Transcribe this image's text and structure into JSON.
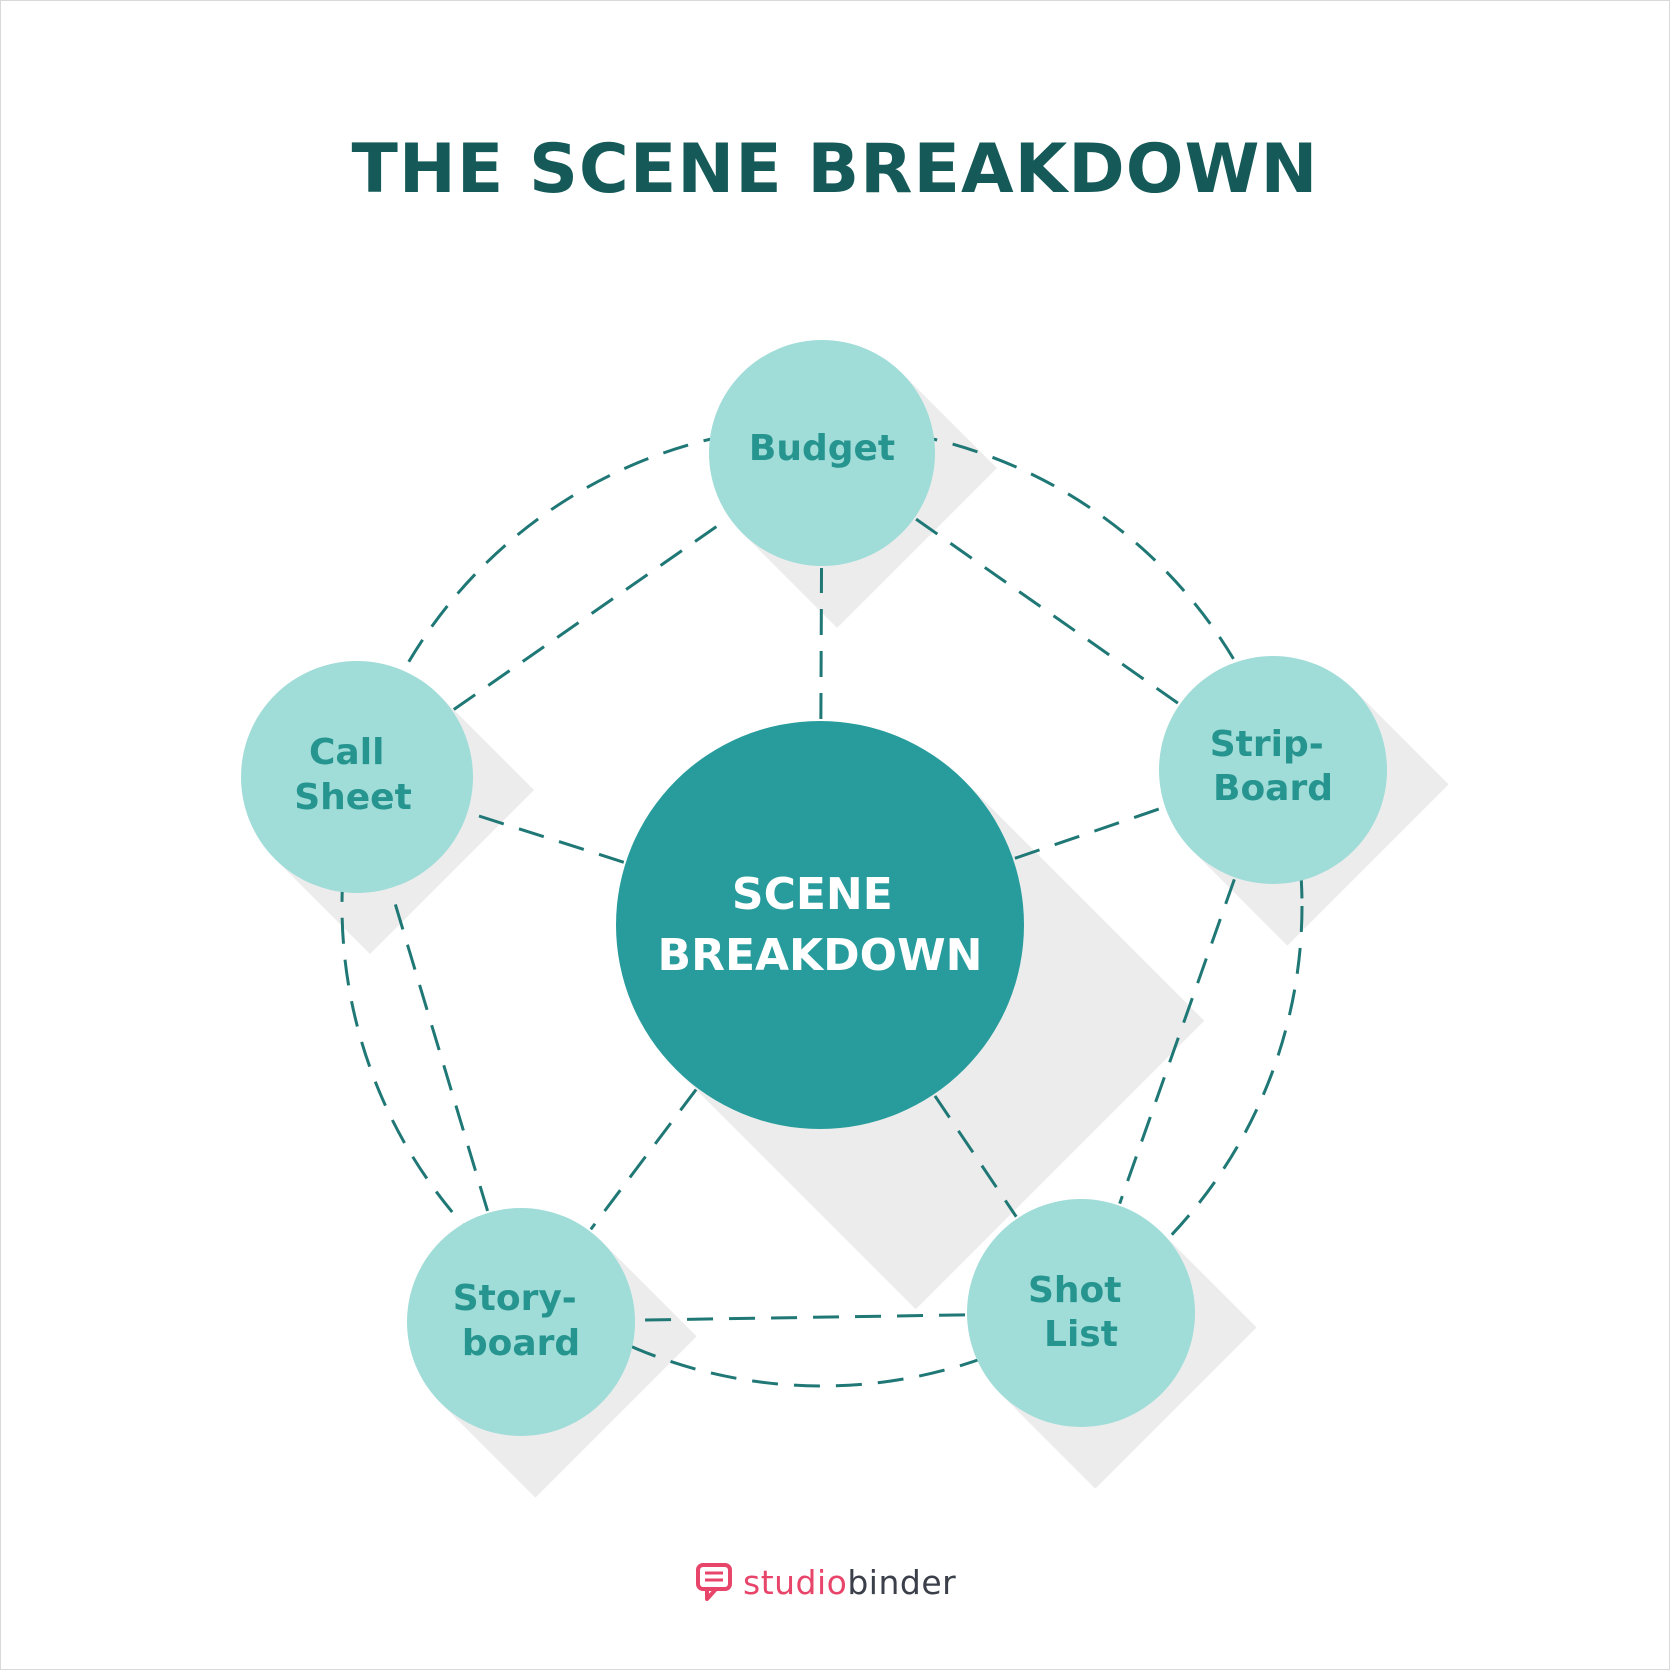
{
  "title": "THE SCENE BREAKDOWN",
  "center": {
    "lines": [
      "SCENE",
      "BREAKDOWN"
    ]
  },
  "nodes": [
    {
      "id": "budget",
      "lines": [
        "Budget"
      ]
    },
    {
      "id": "strip-board",
      "lines": [
        "Strip-",
        "Board"
      ]
    },
    {
      "id": "shot-list",
      "lines": [
        "Shot",
        "List"
      ]
    },
    {
      "id": "storyboard",
      "lines": [
        "Story-",
        "board"
      ]
    },
    {
      "id": "call-sheet",
      "lines": [
        "Call",
        "Sheet"
      ]
    }
  ],
  "logo": {
    "part1": "studio",
    "part2": "binder",
    "icon": "chat-bubble-icon"
  },
  "colors": {
    "title": "#155a58",
    "center_fill": "#289c9c",
    "node_fill": "#a0dcd8",
    "node_text": "#26948f",
    "dash": "#1f7875",
    "shadow": "#ececec",
    "logo_studio": "#e8456b",
    "logo_binder": "#3b3f4a"
  }
}
